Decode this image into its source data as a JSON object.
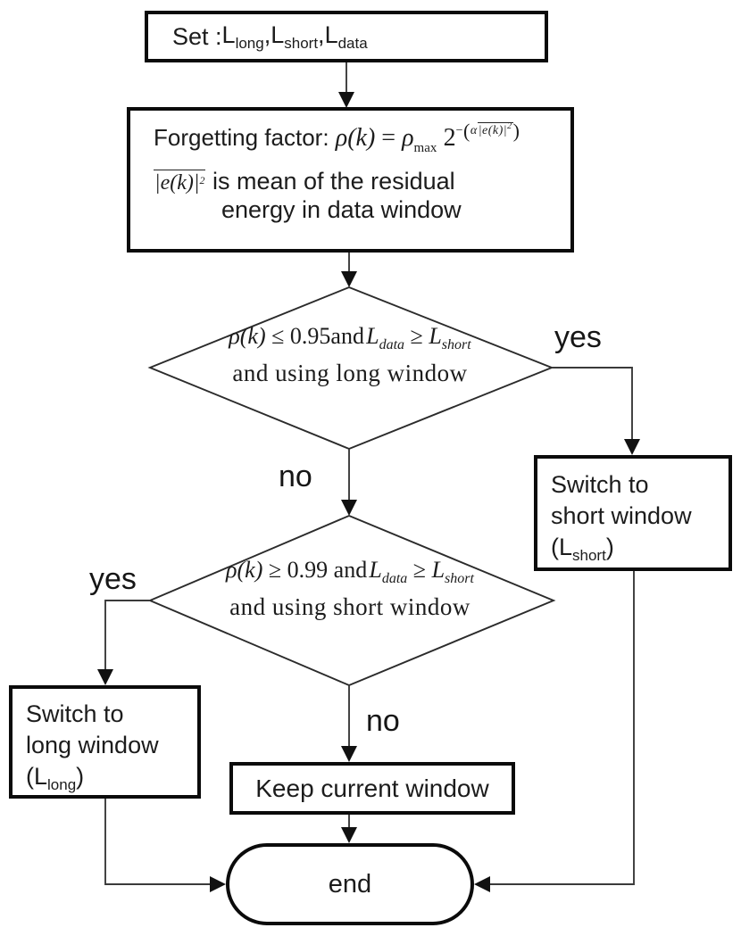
{
  "colors": {
    "background": "#ffffff",
    "ink": "#1c1c1c",
    "border": "#0b0b0b",
    "line": "#3a3a3a"
  },
  "nodes": {
    "set": {
      "label": "Set : ",
      "items": [
        {
          "base": "L",
          "sub": "long",
          "sep": ",  "
        },
        {
          "base": "L",
          "sub": "short",
          "sep": ",  "
        },
        {
          "base": "L",
          "sub": "data",
          "sep": ""
        }
      ]
    },
    "formula": {
      "label": "Forgetting factor: ",
      "lhs": "ρ(k)",
      "eq": " = ",
      "rho_base": "ρ",
      "rho_sub": "max",
      "pow_base": "2",
      "exp_minus": "−",
      "exp_open": "(",
      "exp_alpha": "α",
      "exp_term": "|e(k)|",
      "exp_sup": "2",
      "exp_close": ")",
      "desc_term": "|e(k)|",
      "desc_sup": "2",
      "desc_line1": " is mean of the residual",
      "desc_line2": "energy in data window"
    },
    "decision1": {
      "expr_lhs": "ρ(k)",
      "op1": " ≤ ",
      "value": "0.95",
      "and1": "and",
      "l1_base": "L",
      "l1_sub": "data",
      "op2": " ≥ ",
      "l2_base": "L",
      "l2_sub": "short",
      "line2": "and using long window",
      "yes_label": "yes",
      "no_label": "no"
    },
    "decision2": {
      "expr_lhs": "ρ(k)",
      "op1": " ≥ ",
      "value": "0.99",
      "and1": "and",
      "l1_base": "L",
      "l1_sub": "data",
      "op2": " ≥ ",
      "l2_base": "L",
      "l2_sub": "short",
      "line2": "and using short window",
      "yes_label": "yes",
      "no_label": "no"
    },
    "switch_short": {
      "line1": "Switch to",
      "line2": "short window",
      "paren_open": "(L",
      "sub": "short",
      "paren_close": ")"
    },
    "switch_long": {
      "line1": "Switch to",
      "line2": "long window",
      "paren_open": "(L",
      "sub": "long",
      "paren_close": ")"
    },
    "keep": {
      "label": "Keep current window"
    },
    "end": {
      "label": "end"
    }
  }
}
